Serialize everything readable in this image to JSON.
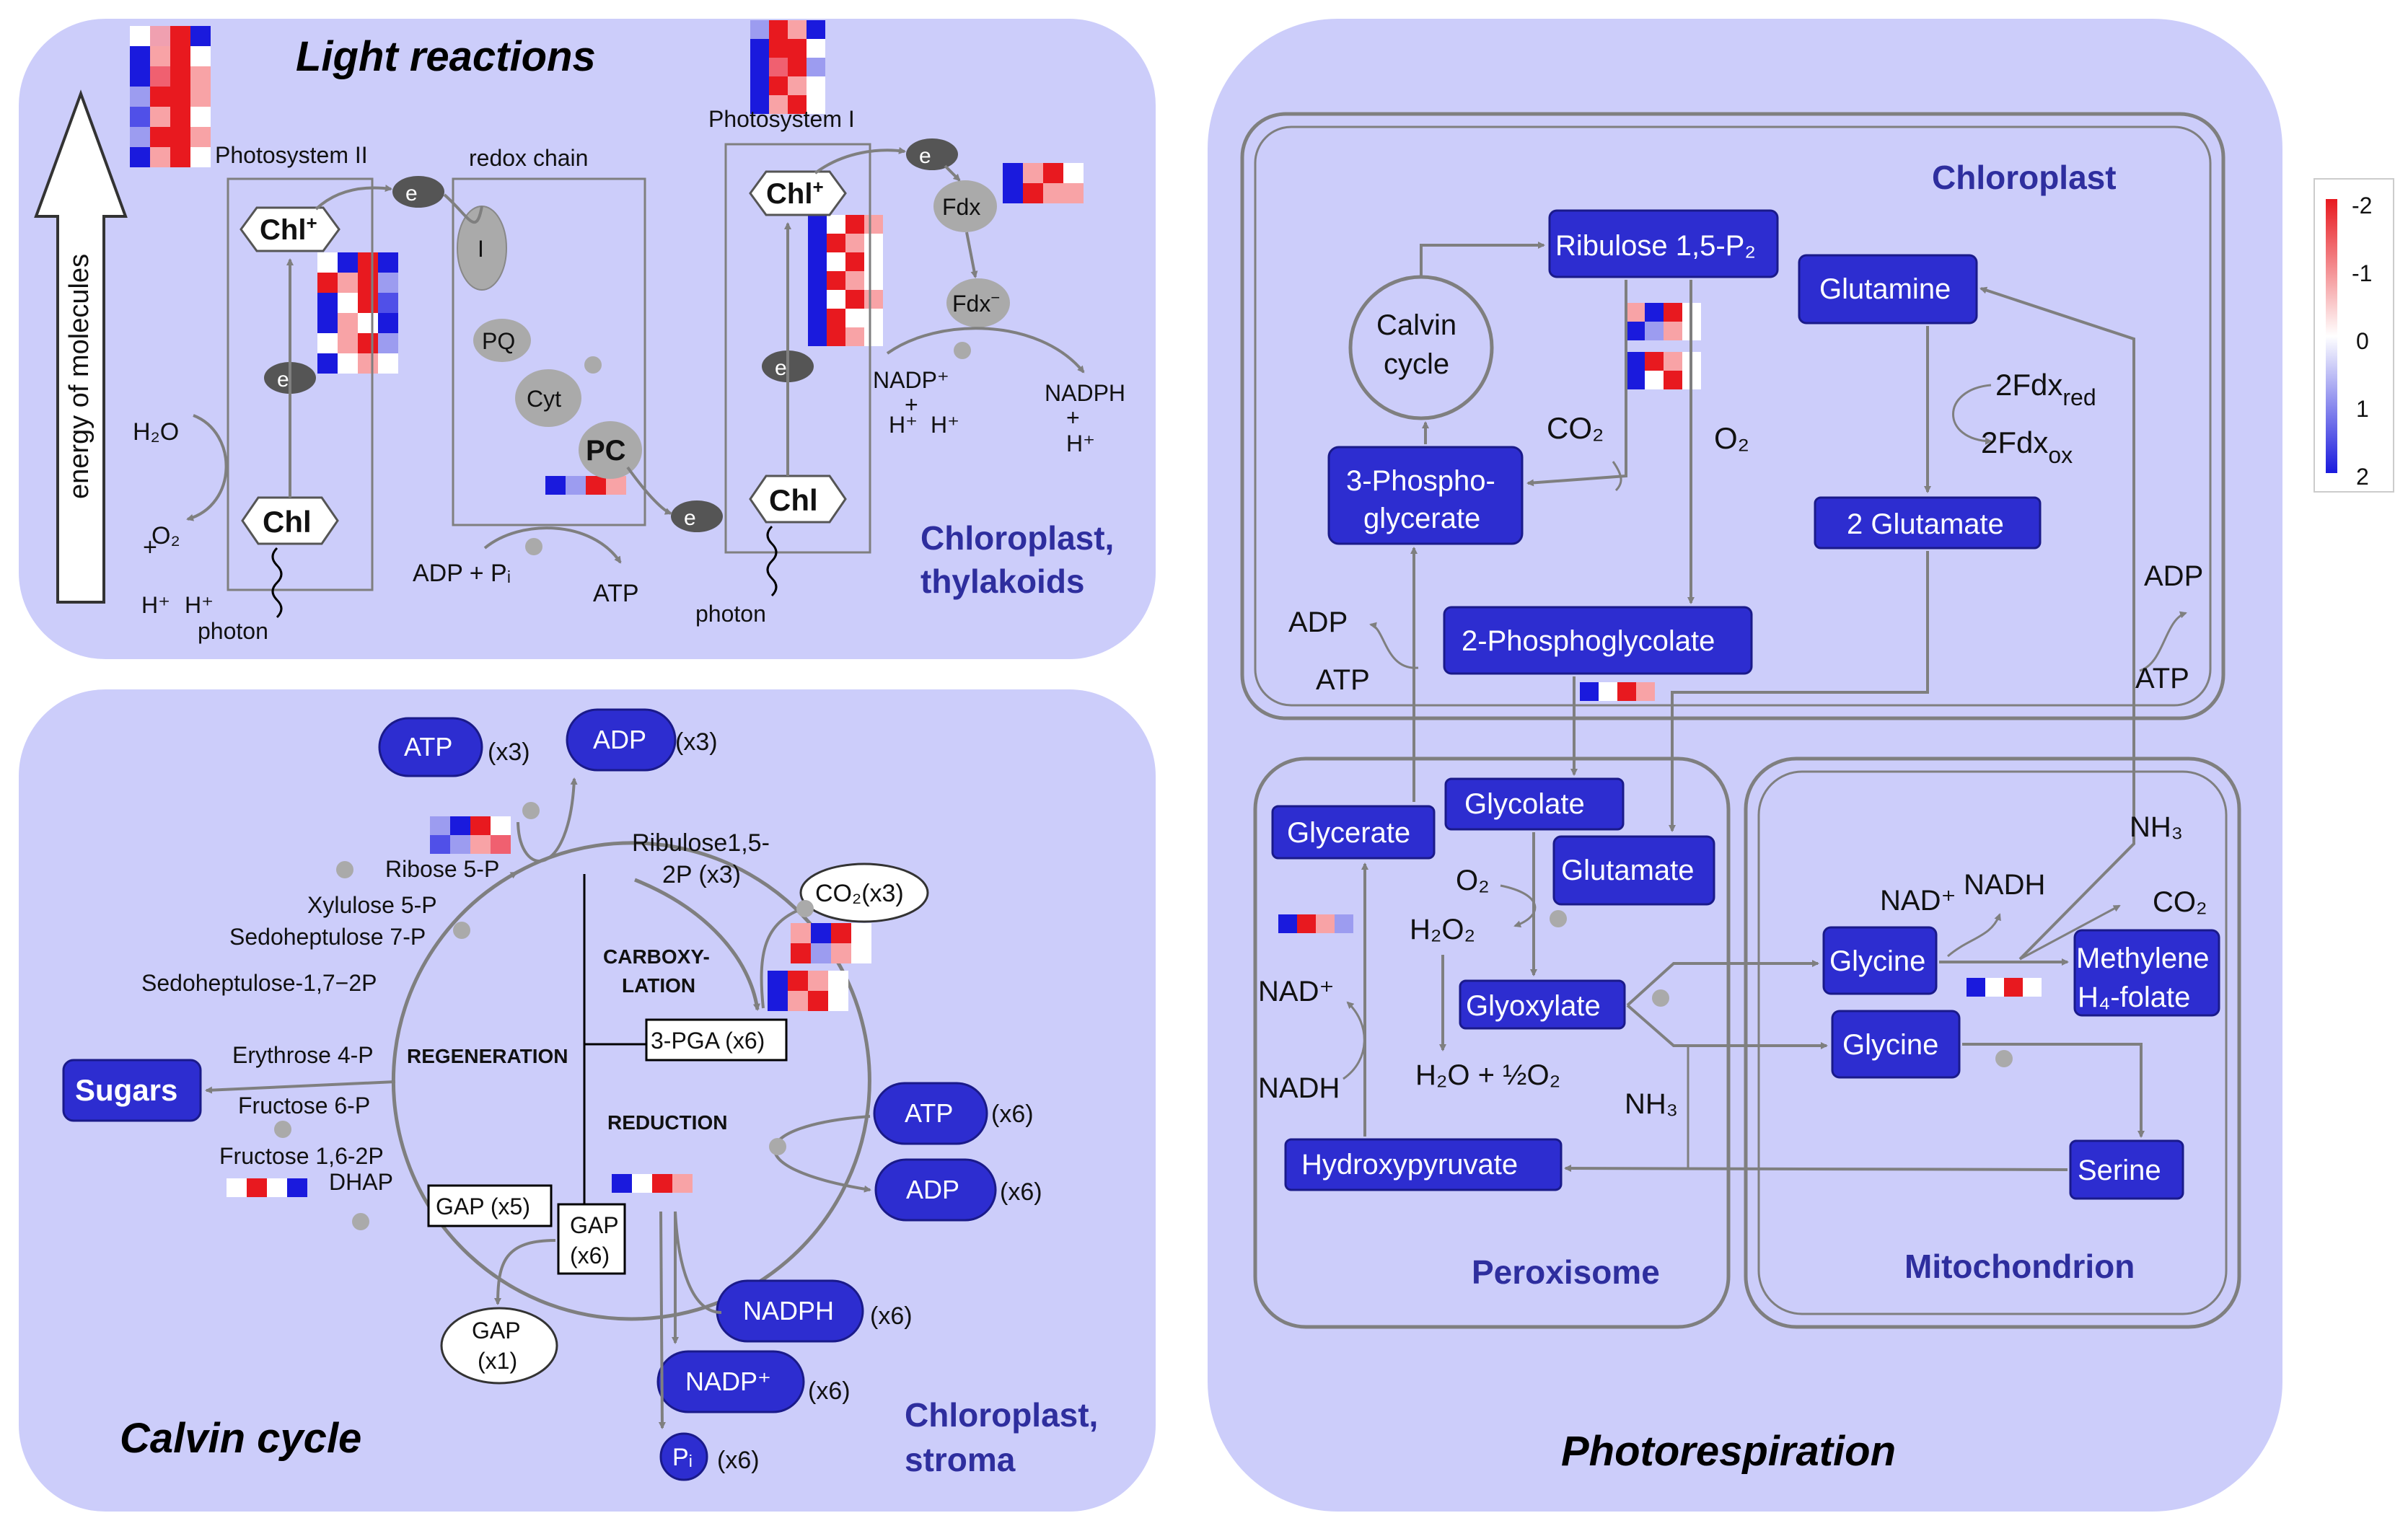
{
  "colors": {
    "panel": "#cccdfa",
    "node": "#2d2dd0",
    "node_border": "#1a1a8a",
    "compartment_text": "#2e2e9e",
    "line": "#7f7f7f",
    "red": "#e8191f",
    "blue": "#1a1add",
    "light_red": "#f8a3a6",
    "light_blue": "#9c9cf0"
  },
  "panels": {
    "light": {
      "title": "Light reactions",
      "compartment_line1": "Chloroplast,",
      "compartment_line2": "thylakoids",
      "energy_axis": "energy of molecules",
      "photosystem2": "Photosystem II",
      "photosystem1": "Photosystem I",
      "redox_chain": "redox chain",
      "chl_plus": "Chl",
      "chl": "Chl",
      "electron": "e",
      "I": "I",
      "PQ": "PQ",
      "Cyt": "Cyt",
      "PC": "PC",
      "Fdx": "Fdx",
      "Fdx_minus": "Fdx",
      "h2o": "H₂O",
      "o2": "O₂",
      "plus": "+",
      "h_plus": "H⁺",
      "photon": "photon",
      "adp_pi": "ADP + Pᵢ",
      "atp": "ATP",
      "nadp_plus": "NADP⁺",
      "nadph": "NADPH"
    },
    "calvin": {
      "title": "Calvin cycle",
      "compartment_line1": "Chloroplast,",
      "compartment_line2": "stroma",
      "atp": "ATP",
      "adp": "ADP",
      "x3": "(x3)",
      "x6": "(x6)",
      "ribulose": "Ribulose1,5-",
      "ribulose2": "2P (x3)",
      "co2": "CO₂(x3)",
      "ribose": "Ribose 5-P",
      "xylulose": "Xylulose 5-P",
      "sedo7p": "Sedoheptulose 7-P",
      "sedo17": "Sedoheptulose-1,7−2P",
      "erythrose": "Erythrose 4-P",
      "fructose6": "Fructose 6-P",
      "fructose16": "Fructose 1,6-2P",
      "dhap": "DHAP",
      "sugars": "Sugars",
      "regeneration": "REGENERATION",
      "carboxy1": "CARBOXY-",
      "carboxy2": "LATION",
      "reduction": "REDUCTION",
      "pga": "3-PGA (x6)",
      "gap5": "GAP (x5)",
      "gap6a": "GAP",
      "gap6b": "(x6)",
      "gap1a": "GAP",
      "gap1b": "(x1)",
      "nadph": "NADPH",
      "nadp": "NADP⁺",
      "pi": "Pᵢ"
    },
    "photoresp": {
      "title": "Photorespiration",
      "chloroplast": "Chloroplast",
      "peroxisome": "Peroxisome",
      "mitochondrion": "Mitochondrion",
      "ribulose": "Ribulose 1,5-P₂",
      "calvin1": "Calvin",
      "calvin2": "cycle",
      "phospho1": "3-Phospho-",
      "phospho2": "glycerate",
      "phosphoglycolate": "2-Phosphoglycolate",
      "glutamine": "Glutamine",
      "glutamate2": "2 Glutamate",
      "fdx_red": "2Fdx",
      "fdx_red_sub": "red",
      "fdx_ox": "2Fdx",
      "fdx_ox_sub": "ox",
      "co2": "CO₂",
      "o2": "O₂",
      "adp": "ADP",
      "atp": "ATP",
      "glycerate": "Glycerate",
      "glycolate": "Glycolate",
      "glutamate": "Glutamate",
      "glyoxylate": "Glyoxylate",
      "h2o2": "H₂O₂",
      "h2o_o2": "H₂O + ½O₂",
      "nad_plus": "NAD⁺",
      "nadh": "NADH",
      "hydroxypyruvate": "Hydroxypyruvate",
      "glycine": "Glycine",
      "methylene1": "Methylene",
      "methylene2": "H₄-folate",
      "serine": "Serine",
      "nh3": "NH₃"
    }
  },
  "legend": {
    "ticks": [
      "-2",
      "-1",
      "0",
      "1",
      "2"
    ]
  }
}
